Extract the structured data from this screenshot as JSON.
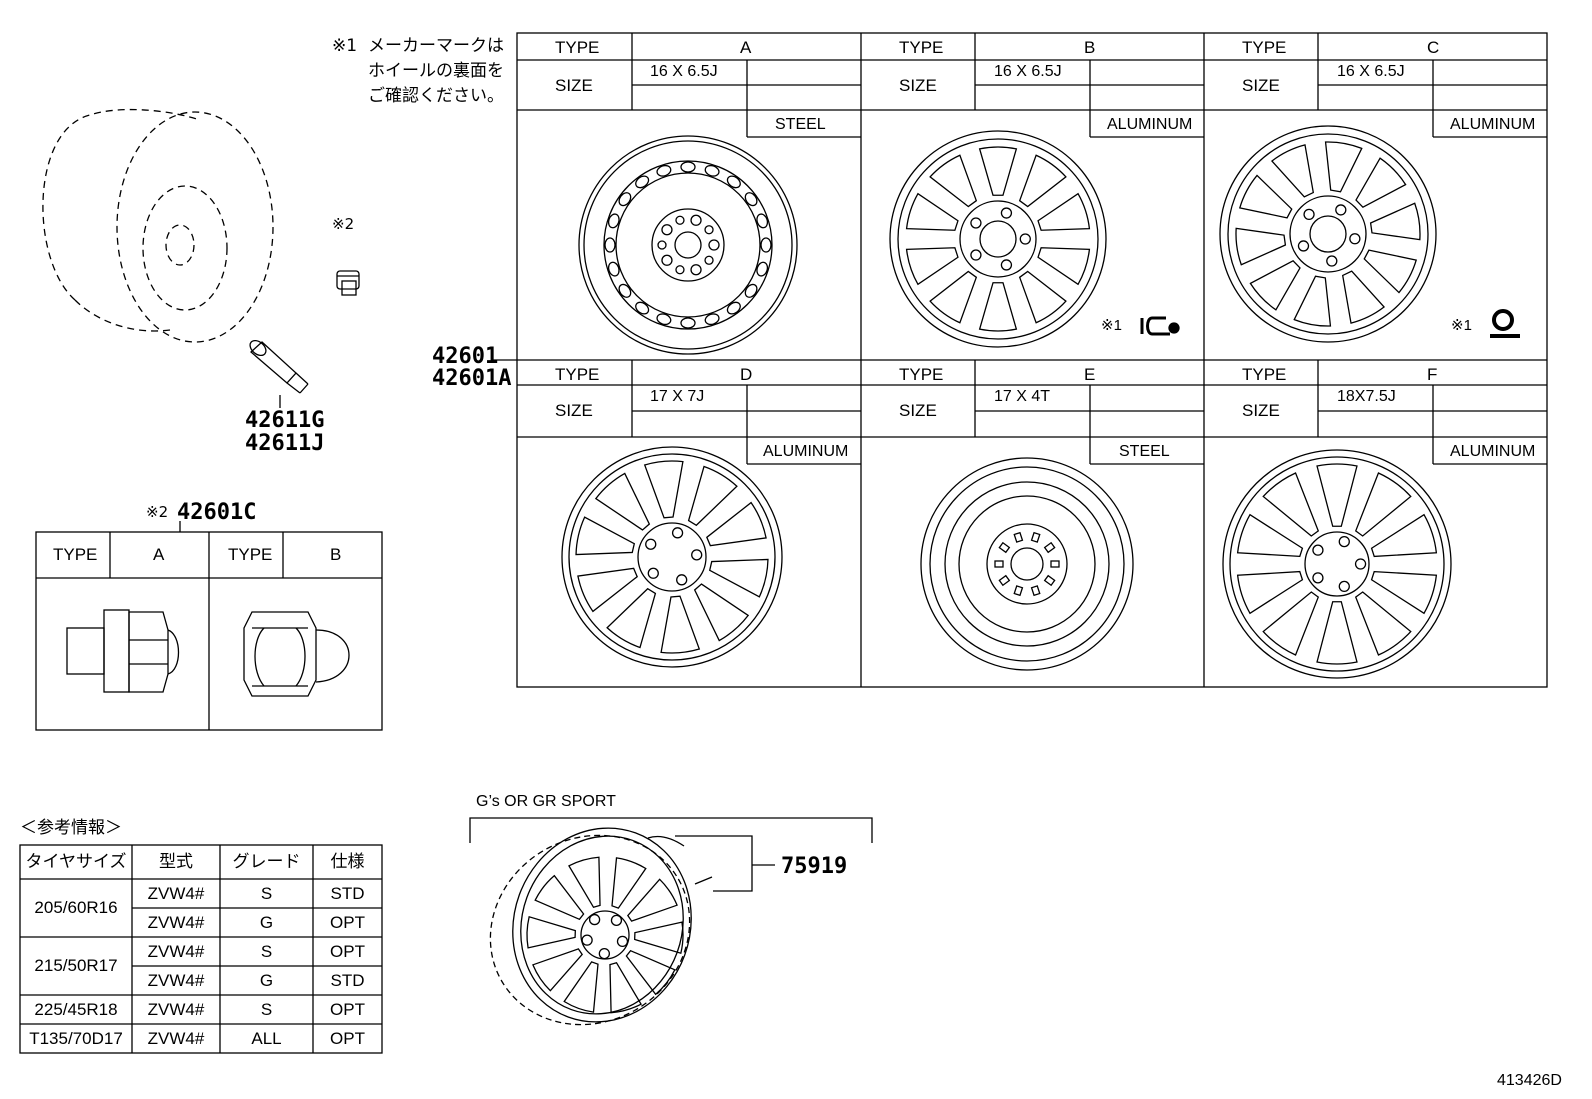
{
  "note1": {
    "mark": "※1",
    "lines": [
      "メーカーマークは",
      "ホイールの裏面を",
      "ご確認ください。"
    ]
  },
  "note2_mark": "※2",
  "parts": {
    "wheel_main": [
      "42601",
      "42601A"
    ],
    "valve": [
      "42611G",
      "42611J"
    ],
    "nut": "42601C",
    "nut_mark": "※2",
    "ornament": "75919"
  },
  "wheel_table": {
    "type_label": "TYPE",
    "size_label": "SIZE",
    "wheels": [
      {
        "type": "A",
        "size": "16 X 6.5J",
        "material": "STEEL",
        "maker_mark": ""
      },
      {
        "type": "B",
        "size": "16 X 6.5J",
        "material": "ALUMINUM",
        "maker_mark": "※1"
      },
      {
        "type": "C",
        "size": "16 X 6.5J",
        "material": "ALUMINUM",
        "maker_mark": "※1"
      },
      {
        "type": "D",
        "size": "17 X 7J",
        "material": "ALUMINUM",
        "maker_mark": ""
      },
      {
        "type": "E",
        "size": "17 X 4T",
        "material": "STEEL",
        "maker_mark": ""
      },
      {
        "type": "F",
        "size": "18X7.5J",
        "material": "ALUMINUM",
        "maker_mark": ""
      }
    ]
  },
  "nut_table": {
    "type_label": "TYPE",
    "types": [
      "A",
      "B"
    ]
  },
  "reference": {
    "title": "＜参考情報＞",
    "headers": [
      "タイヤサイズ",
      "型式",
      "グレード",
      "仕様"
    ],
    "groups": [
      {
        "tire": "205/60R16",
        "rows": [
          [
            "ZVW4#",
            "S",
            "STD"
          ],
          [
            "ZVW4#",
            "G",
            "OPT"
          ]
        ]
      },
      {
        "tire": "215/50R17",
        "rows": [
          [
            "ZVW4#",
            "S",
            "OPT"
          ],
          [
            "ZVW4#",
            "G",
            "STD"
          ]
        ]
      },
      {
        "tire": "225/45R18",
        "rows": [
          [
            "ZVW4#",
            "S",
            "OPT"
          ]
        ]
      },
      {
        "tire": "T135/70D17",
        "rows": [
          [
            "ZVW4#",
            "ALL",
            "OPT"
          ]
        ]
      }
    ]
  },
  "gr_label": "G’s OR GR SPORT",
  "diagram_id": "413426D"
}
